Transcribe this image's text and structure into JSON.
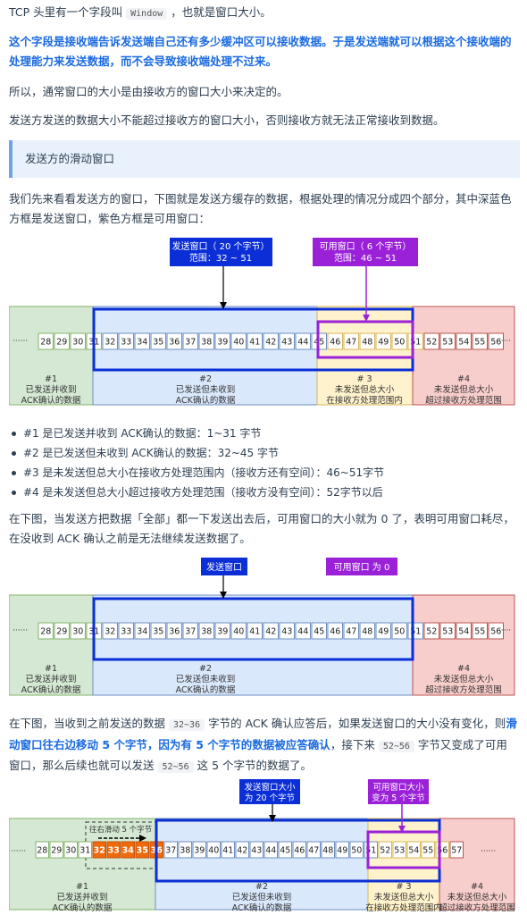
{
  "intro": {
    "line1_pre": "TCP 头里有一个字段叫",
    "line1_code": "Window",
    "line1_post": "，也就是窗口大小。",
    "bold_para": "这个字段是接收端告诉发送端自己还有多少缓冲区可以接收数据。于是发送端就可以根据这个接收端的处理能力来发送数据，而不会导致接收端处理不过来。",
    "para2": "所以，通常窗口的大小是由接收方的窗口大小来决定的。",
    "para3": "发送方发送的数据大小不能超过接收方的窗口大小，否则接收方就无法正常接收到数据。"
  },
  "section_title": "发送方的滑动窗口",
  "para4": "我们先来看看发送方的窗口，下图就是发送方缓存的数据，根据处理的情况分成四个部分，其中深蓝色方框是发送窗口，紫色方框是可用窗口：",
  "diagram1": {
    "send_label_1": "发送窗口（ 20 个字节）",
    "send_label_2": "范围：32 ~ 51",
    "usable_label_1": "可用窗口（ 6 个字节）",
    "usable_label_2": "范围：46 ~ 51",
    "cells": [
      "28",
      "29",
      "30",
      "31",
      "32",
      "33",
      "34",
      "35",
      "36",
      "37",
      "38",
      "39",
      "40",
      "41",
      "42",
      "43",
      "44",
      "45",
      "46",
      "47",
      "48",
      "49",
      "50",
      "51",
      "52",
      "53",
      "54",
      "55",
      "56"
    ],
    "ellipsis": "······"
  },
  "regions": {
    "r1_num": "#1",
    "r1_l1": "已发送并收到",
    "r1_l2": "ACK确认的数据",
    "r2_num": "#2",
    "r2_l1": "已发送但未收到",
    "r2_l2": "ACK确认的数据",
    "r3_num": "# 3",
    "r3_l1": "未发送但总大小",
    "r3_l2": "在接收方处理范围内",
    "r4_num": "#4",
    "r4_l1": "未发送但总大小",
    "r4_l2": "超过接收方处理范围"
  },
  "bullets": [
    "#1 是已发送并收到 ACK确认的数据：1~31 字节",
    "#2 是已发送但未收到 ACK确认的数据：32~45 字节",
    "#3 是未发送但总大小在接收方处理范围内（接收方还有空间）：46~51字节",
    "#4 是未发送但总大小超过接收方处理范围（接收方没有空间）：52字节以后"
  ],
  "para5": "在下图，当发送方把数据「全部」都一下发送出去后，可用窗口的大小就为 0 了，表明可用窗口耗尽，在没收到 ACK 确认之前是无法继续发送数据了。",
  "diagram2": {
    "send_label": "发送窗口",
    "usable_label": "可用窗口 为 0"
  },
  "para6": {
    "pre": "在下图，当收到之前发送的数据",
    "code1": "32~36",
    "mid": "字节的 ACK 确认应答后，如果发送窗口的大小没有变化，则",
    "blue": "滑动窗口往右边移动 5 个字节，因为有 5 个字节的数据被应答确认",
    "post": "，接下来",
    "code2": "52~56",
    "post2": "字节又变成了可用窗口，那么后续也就可以发送",
    "code3": "52~56",
    "post3": "这 5 个字节的数据了。"
  },
  "diagram3": {
    "send_label_1": "发送窗口大小",
    "send_label_2": "为 20 个字节",
    "usable_label_1": "可用窗口大小",
    "usable_label_2": "变为 5 个字节",
    "slide_label": "往右滑动 5 个字节",
    "cells": [
      "28",
      "29",
      "30",
      "31",
      "32",
      "33",
      "34",
      "35",
      "36",
      "37",
      "38",
      "39",
      "40",
      "41",
      "42",
      "43",
      "44",
      "45",
      "46",
      "47",
      "48",
      "49",
      "50",
      "51",
      "52",
      "53",
      "54",
      "55",
      "56",
      "57"
    ]
  },
  "colors": {
    "green": "#d5e8d4",
    "blue": "#dae8fc",
    "yellow": "#fff2cc",
    "red": "#f8cecc",
    "navy": "#0b2ed6",
    "purple": "#9a21d8",
    "orange": "#ef6a0b"
  }
}
